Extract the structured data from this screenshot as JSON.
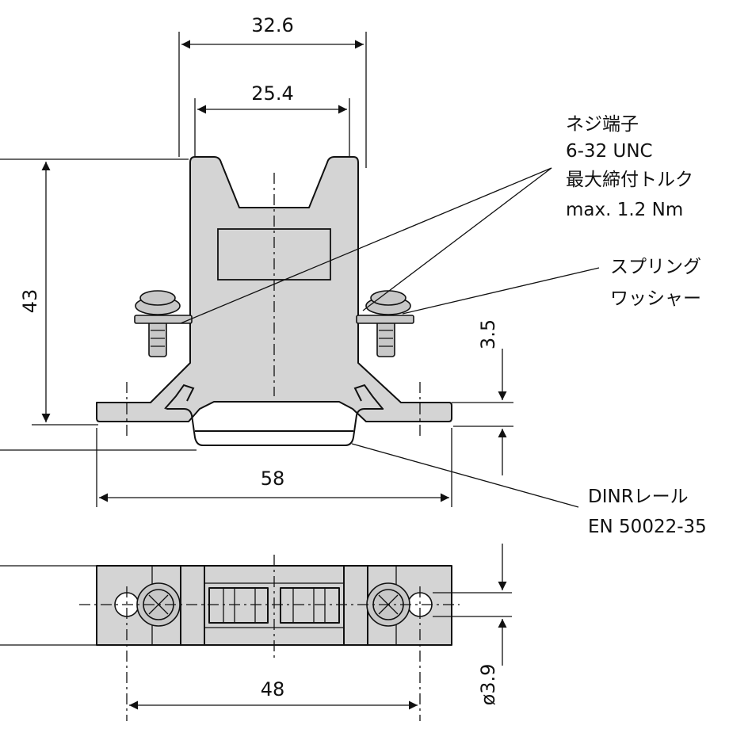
{
  "dimensions": {
    "top_width": "32.6",
    "slot_width": "25.4",
    "height": "43",
    "rail_offset": "3.5",
    "base_width": "58",
    "hole_pitch": "48",
    "hole_diameter": "ø3.9"
  },
  "callouts": {
    "screw_terminal": [
      "ネジ端子",
      "6-32 UNC",
      "最大締付トルク",
      "max. 1.2 Nm"
    ],
    "spring_washer": [
      "スプリング",
      "ワッシャー"
    ],
    "din_rail": [
      "DINRレール",
      "EN 50022-35"
    ]
  }
}
